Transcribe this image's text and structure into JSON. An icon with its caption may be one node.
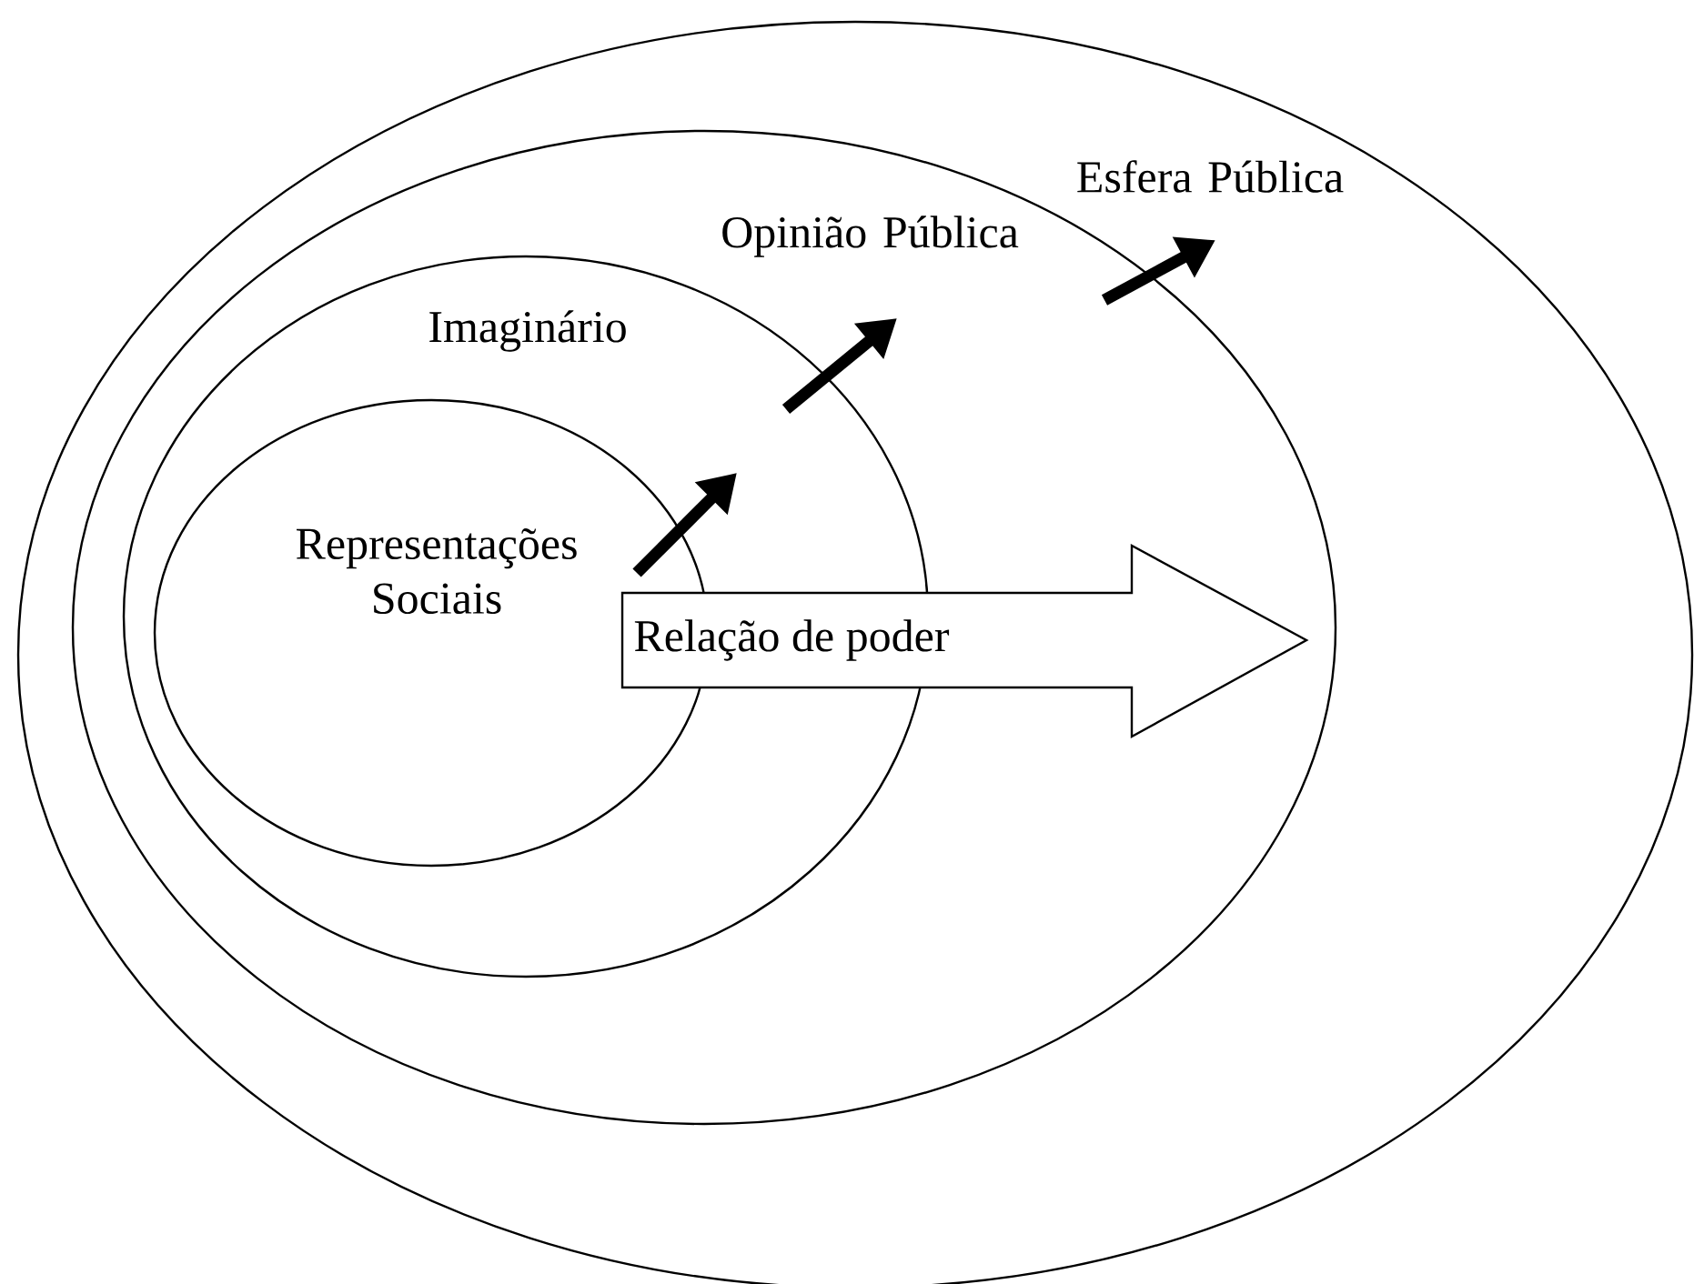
{
  "diagram": {
    "nodes": [
      {
        "text": [
          "Esfera Pública"
        ]
      },
      {
        "text": [
          "Opinião Pública"
        ],
        "in": 0
      },
      {
        "text": [
          "Imaginário"
        ],
        "in": 1
      },
      {
        "text": [
          "Representações Sociais"
        ],
        "in": 2
      },
      {
        "text": [
          "Relação de poder"
        ],
        "in": 1
      }
    ]
  }
}
